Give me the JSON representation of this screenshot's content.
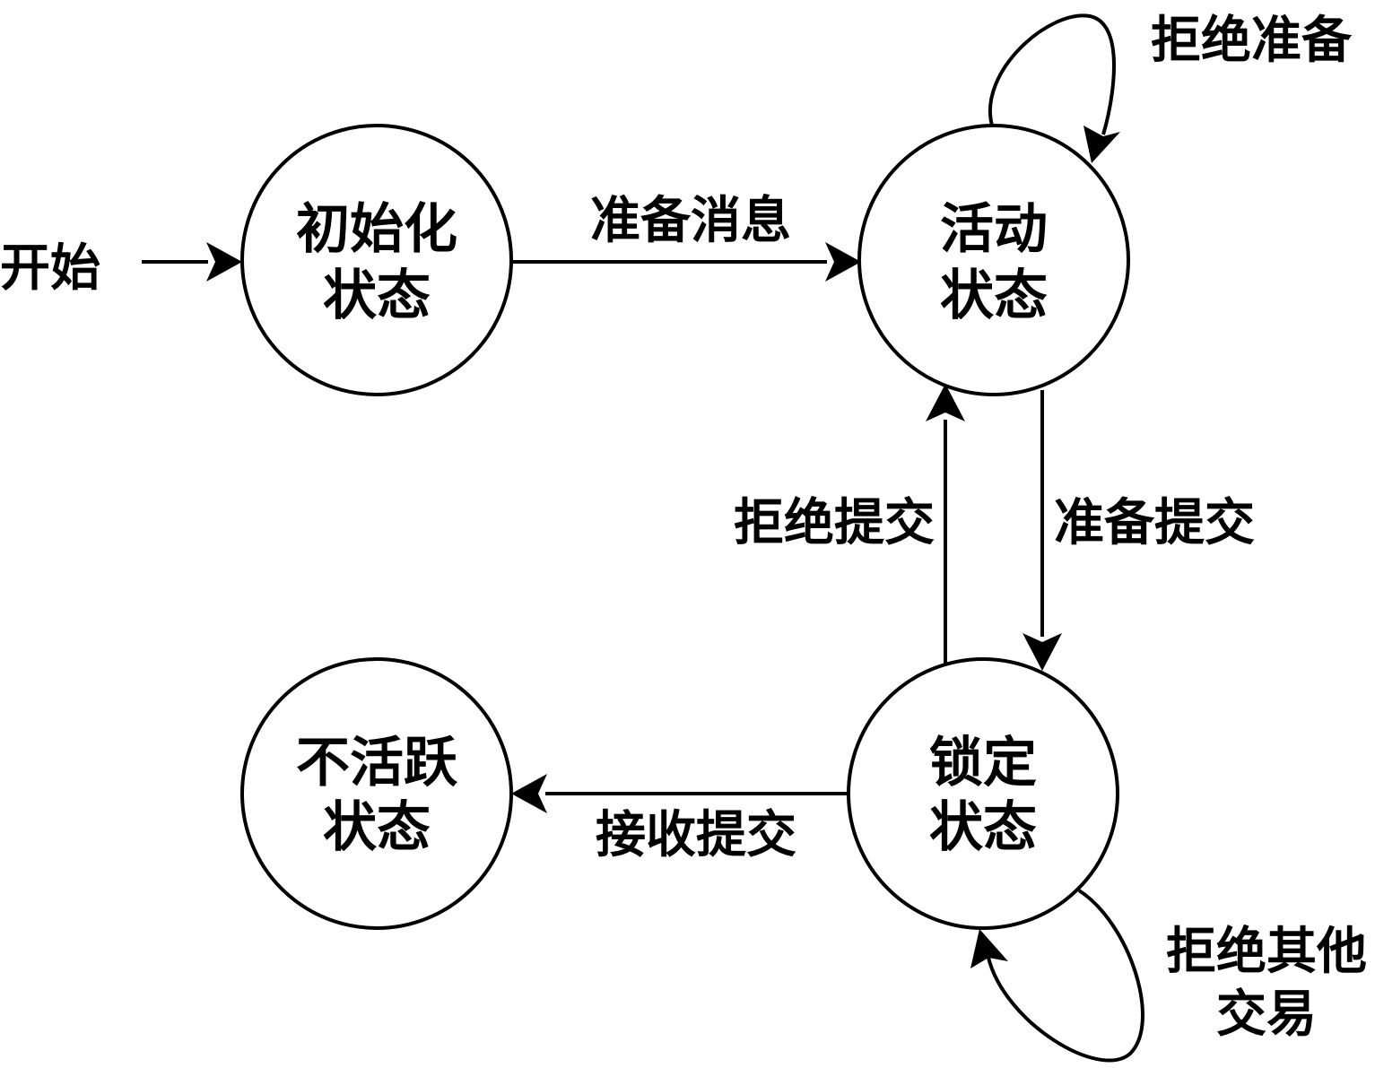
{
  "start_label": "开始",
  "states": {
    "initial": {
      "line1": "初始化",
      "line2": "状态"
    },
    "active": {
      "line1": "活动",
      "line2": "状态"
    },
    "locked": {
      "line1": "锁定",
      "line2": "状态"
    },
    "inactive": {
      "line1": "不活跃",
      "line2": "状态"
    }
  },
  "transitions": {
    "prepare_message": "准备消息",
    "reject_prepare": "拒绝准备",
    "reject_commit": "拒绝提交",
    "prepare_commit": "准备提交",
    "receive_commit": "接收提交",
    "reject_other_line1": "拒绝其他",
    "reject_other_line2": "交易"
  }
}
